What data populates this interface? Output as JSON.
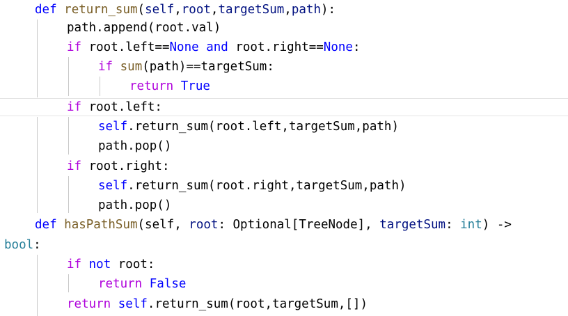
{
  "colors": {
    "keyword": "#0000ff",
    "control": "#af00db",
    "function": "#795e26",
    "class": "#267f99",
    "param": "#001080",
    "text": "#000000",
    "guide": "#c8c8c8"
  },
  "lines": [
    {
      "indent": 1,
      "tokens": [
        [
          "def",
          "kw"
        ],
        [
          " ",
          "plain"
        ],
        [
          "return_sum",
          "fn"
        ],
        [
          "(",
          "plain"
        ],
        [
          "self",
          "prm"
        ],
        [
          ",",
          "plain"
        ],
        [
          "root",
          "prm"
        ],
        [
          ",",
          "plain"
        ],
        [
          "targetSum",
          "prm"
        ],
        [
          ",",
          "plain"
        ],
        [
          "path",
          "prm"
        ],
        [
          "):",
          "plain"
        ]
      ]
    },
    {
      "indent": 2,
      "tokens": [
        [
          "path.append(root.val)",
          "plain"
        ]
      ]
    },
    {
      "indent": 2,
      "tokens": [
        [
          "if",
          "ctl"
        ],
        [
          " root.left==",
          "plain"
        ],
        [
          "None",
          "kw"
        ],
        [
          " ",
          "plain"
        ],
        [
          "and",
          "kw"
        ],
        [
          " root.right==",
          "plain"
        ],
        [
          "None",
          "kw"
        ],
        [
          ":",
          "plain"
        ]
      ]
    },
    {
      "indent": 3,
      "tokens": [
        [
          "if",
          "ctl"
        ],
        [
          " ",
          "plain"
        ],
        [
          "sum",
          "fn"
        ],
        [
          "(path)==targetSum:",
          "plain"
        ]
      ]
    },
    {
      "indent": 4,
      "tokens": [
        [
          "return",
          "ctl"
        ],
        [
          " ",
          "plain"
        ],
        [
          "True",
          "kw"
        ]
      ]
    },
    {
      "indent": 2,
      "tokens": [
        [
          "if",
          "ctl"
        ],
        [
          " root.left:",
          "plain"
        ]
      ]
    },
    {
      "indent": 3,
      "tokens": [
        [
          "self",
          "kw"
        ],
        [
          ".return_sum(root.left,targetSum,path)",
          "plain"
        ]
      ]
    },
    {
      "indent": 3,
      "tokens": [
        [
          "path.pop()",
          "plain"
        ]
      ]
    },
    {
      "indent": 2,
      "tokens": [
        [
          "if",
          "ctl"
        ],
        [
          " root.right:",
          "plain"
        ]
      ]
    },
    {
      "indent": 3,
      "tokens": [
        [
          "self",
          "kw"
        ],
        [
          ".return_sum(root.right,targetSum,path)",
          "plain"
        ]
      ]
    },
    {
      "indent": 3,
      "tokens": [
        [
          "path.pop()",
          "plain"
        ]
      ]
    },
    {
      "indent": 1,
      "tokens": [
        [
          "def",
          "kw"
        ],
        [
          " ",
          "plain"
        ],
        [
          "hasPathSum",
          "fn"
        ],
        [
          "(self, ",
          "plain"
        ],
        [
          "root",
          "prm"
        ],
        [
          ": Optional[TreeNode], ",
          "plain"
        ],
        [
          "targetSum",
          "prm"
        ],
        [
          ": ",
          "plain"
        ],
        [
          "int",
          "cls"
        ],
        [
          ") ->",
          "plain"
        ]
      ]
    },
    {
      "indent": 0,
      "tokens": [
        [
          "bool",
          "cls"
        ],
        [
          ":",
          "plain"
        ]
      ]
    },
    {
      "indent": 2,
      "tokens": [
        [
          "if",
          "ctl"
        ],
        [
          " ",
          "plain"
        ],
        [
          "not",
          "kw"
        ],
        [
          " root:",
          "plain"
        ]
      ]
    },
    {
      "indent": 3,
      "tokens": [
        [
          "return",
          "ctl"
        ],
        [
          " ",
          "plain"
        ],
        [
          "False",
          "kw"
        ]
      ]
    },
    {
      "indent": 2,
      "tokens": [
        [
          "return",
          "ctl"
        ],
        [
          " ",
          "plain"
        ],
        [
          "self",
          "kw"
        ],
        [
          ".return_sum(root,targetSum,[])",
          "plain"
        ]
      ]
    }
  ]
}
